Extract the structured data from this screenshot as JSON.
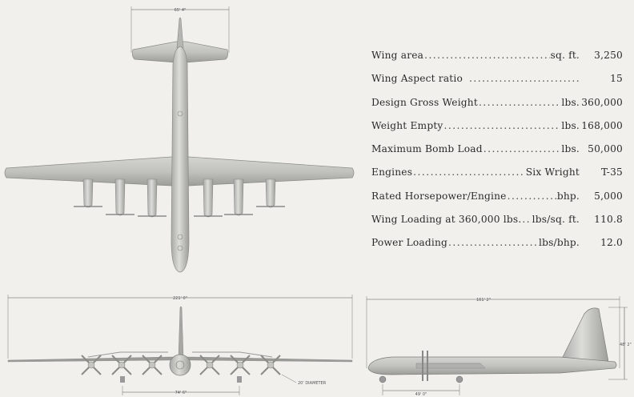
{
  "top_view": {
    "span_dimension": "65' 4\""
  },
  "front_view": {
    "span_dimension": "221' 0\"",
    "gear_dimension": "74' 6\"",
    "prop_note": "20' DIAMETER"
  },
  "side_view": {
    "length_dimension": "161' 2\"",
    "height_dimension": "48' 2\"",
    "wheelbase_dimension": "49' 0\""
  },
  "specs": [
    {
      "label": "Wing area",
      "unit": "sq. ft.",
      "value": "3,250"
    },
    {
      "label": "Wing Aspect ratio",
      "unit": "",
      "value": "15"
    },
    {
      "label": "Design Gross Weight",
      "unit": "lbs.",
      "value": "360,000"
    },
    {
      "label": "Weight Empty",
      "unit": "lbs.",
      "value": "168,000"
    },
    {
      "label": "Maximum Bomb Load",
      "unit": "lbs.",
      "value": "50,000"
    },
    {
      "label": "Engines",
      "unit": "Six Wright",
      "value": "T-35"
    },
    {
      "label": "Rated Horsepower/Engine",
      "unit": "bhp.",
      "value": "5,000"
    },
    {
      "label": "Wing Loading at 360,000 lbs.",
      "unit": "lbs/sq. ft.",
      "value": "110.8"
    },
    {
      "label": "Power Loading",
      "unit": "lbs/bhp.",
      "value": "12.0"
    }
  ]
}
